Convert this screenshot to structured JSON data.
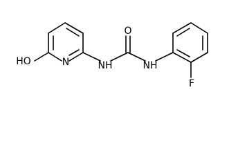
{
  "molecule": {
    "atom_labels": {
      "hydroxyl": "HO",
      "pyridine_nitrogen": "N",
      "amide_nh_left": "NH",
      "carbonyl_oxygen": "O",
      "amide_nh_right": "NH",
      "fluorine": "F"
    }
  }
}
